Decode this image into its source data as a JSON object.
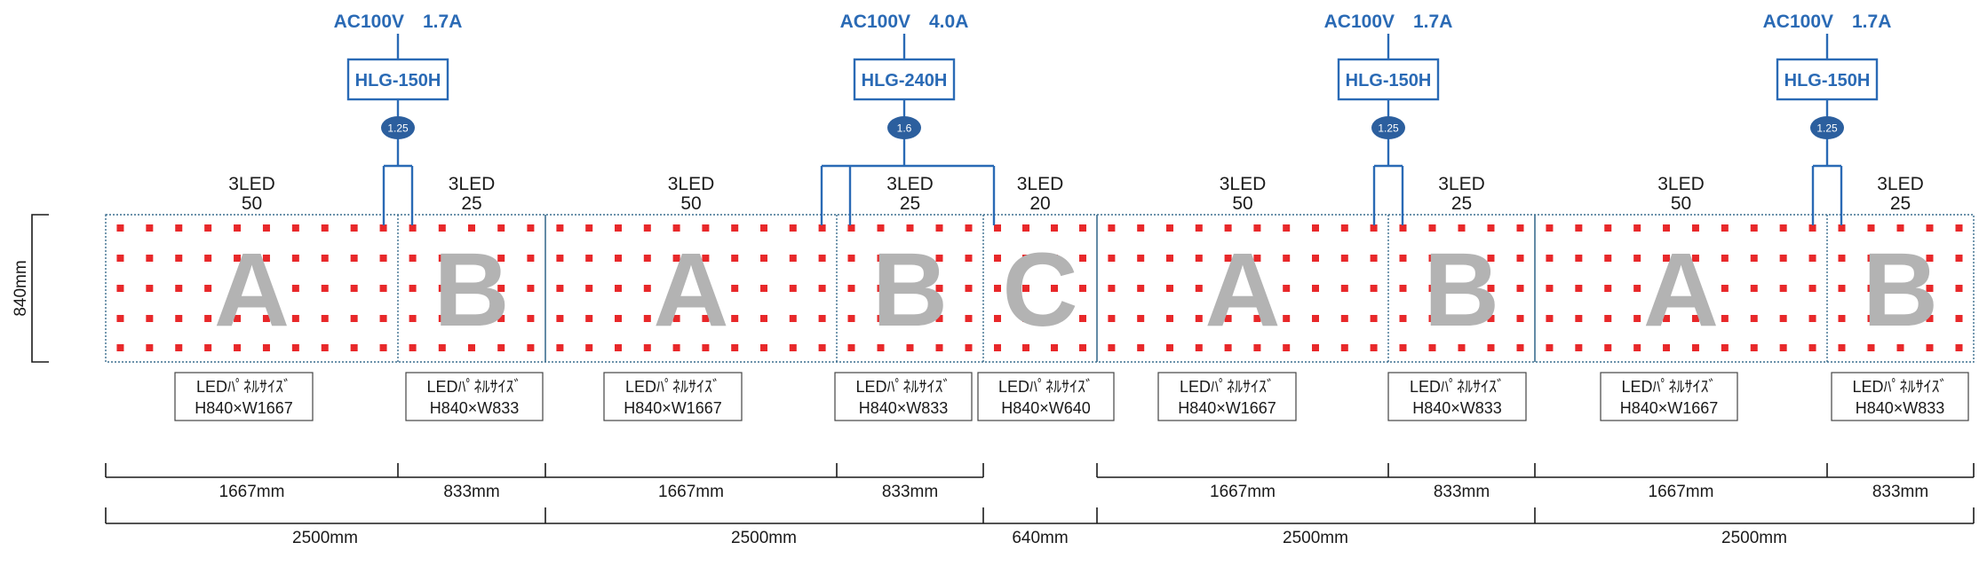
{
  "height_label": "840mm",
  "colors": {
    "blue": "#2a6ab5",
    "led_red": "#e8282a",
    "panel_letter_gray": "#b3b3b3",
    "dotted_border": "#3c6e8f",
    "dark": "#1a1a1a"
  },
  "psu_groups": [
    {
      "ac_label": "AC100V　1.7A",
      "model": "HLG-150H",
      "wire": "1.25"
    },
    {
      "ac_label": "AC100V　4.0A",
      "model": "HLG-240H",
      "wire": "1.6"
    },
    {
      "ac_label": "AC100V　1.7A",
      "model": "HLG-150H",
      "wire": "1.25"
    },
    {
      "ac_label": "AC100V　1.7A",
      "model": "HLG-150H",
      "wire": "1.25"
    }
  ],
  "panels": [
    {
      "letter": "A",
      "led_line1": "3LED",
      "led_line2": "50",
      "size_line1": "LEDﾊﾟﾈﾙｻｲｽﾞ",
      "size_line2": "H840×W1667",
      "dim_label": "1667mm"
    },
    {
      "letter": "B",
      "led_line1": "3LED",
      "led_line2": "25",
      "size_line1": "LEDﾊﾟﾈﾙｻｲｽﾞ",
      "size_line2": "H840×W833",
      "dim_label": "833mm"
    },
    {
      "letter": "A",
      "led_line1": "3LED",
      "led_line2": "50",
      "size_line1": "LEDﾊﾟﾈﾙｻｲｽﾞ",
      "size_line2": "H840×W1667",
      "dim_label": "1667mm"
    },
    {
      "letter": "B",
      "led_line1": "3LED",
      "led_line2": "25",
      "size_line1": "LEDﾊﾟﾈﾙｻｲｽﾞ",
      "size_line2": "H840×W833",
      "dim_label": "833mm"
    },
    {
      "letter": "C",
      "led_line1": "3LED",
      "led_line2": "20",
      "size_line1": "LEDﾊﾟﾈﾙｻｲｽﾞ",
      "size_line2": "H840×W640",
      "dim_label": ""
    },
    {
      "letter": "A",
      "led_line1": "3LED",
      "led_line2": "50",
      "size_line1": "LEDﾊﾟﾈﾙｻｲｽﾞ",
      "size_line2": "H840×W1667",
      "dim_label": "1667mm"
    },
    {
      "letter": "B",
      "led_line1": "3LED",
      "led_line2": "25",
      "size_line1": "LEDﾊﾟﾈﾙｻｲｽﾞ",
      "size_line2": "H840×W833",
      "dim_label": "833mm"
    },
    {
      "letter": "A",
      "led_line1": "3LED",
      "led_line2": "50",
      "size_line1": "LEDﾊﾟﾈﾙｻｲｽﾞ",
      "size_line2": "H840×W1667",
      "dim_label": "1667mm"
    },
    {
      "letter": "B",
      "led_line1": "3LED",
      "led_line2": "25",
      "size_line1": "LEDﾊﾟﾈﾙｻｲｽﾞ",
      "size_line2": "H840×W833",
      "dim_label": "833mm"
    }
  ],
  "total_dims": [
    "2500mm",
    "2500mm",
    "640mm",
    "2500mm",
    "2500mm"
  ]
}
